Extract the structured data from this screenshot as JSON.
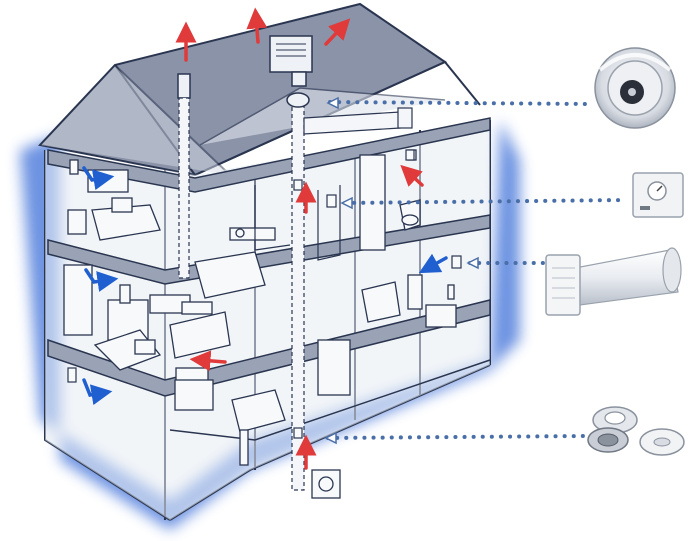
{
  "diagram": {
    "colors": {
      "outline": "#2a3550",
      "roof": "#8a93a8",
      "roof_dark": "#6f788f",
      "wall_fill": "#e7ecf3",
      "floor_slab": "#9aa3b5",
      "shadow_blue": "#3c6fd8",
      "exhaust_arrow": "#e03a3a",
      "supply_arrow": "#1f5fd0",
      "connector_dot": "#4a6fa8",
      "device_metal": "#c9ced6"
    },
    "icons": {
      "fan": "duct-fan-icon",
      "thermostat": "thermostat-controller-icon",
      "wall_inlet": "wall-air-inlet-icon",
      "ceiling_diffuser": "ceiling-diffuser-icon"
    },
    "devices": [
      "duct-fan",
      "room-thermostat",
      "wall-inlet-valve",
      "ceiling-diffuser"
    ]
  }
}
